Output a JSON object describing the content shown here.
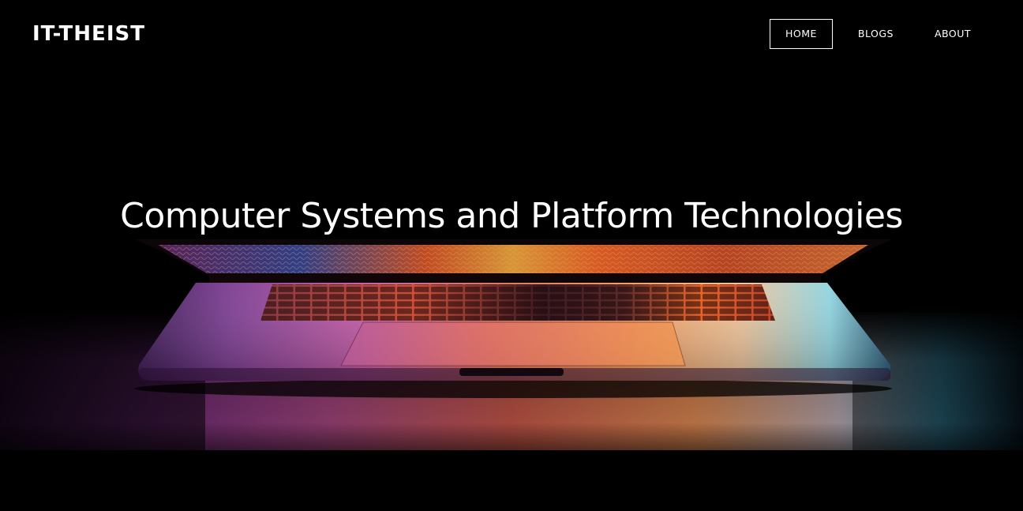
{
  "site": {
    "logo_text": "IT-THEIST"
  },
  "nav": {
    "items": [
      {
        "label": "HOME",
        "active": true
      },
      {
        "label": "BLOGS",
        "active": false
      },
      {
        "label": "ABOUT",
        "active": false
      }
    ]
  },
  "hero": {
    "title": "Computer Systems and Platform Technologies",
    "image_subject": "laptop-half-open-glowing-keyboard"
  },
  "colors": {
    "background": "#000000",
    "text": "#ffffff",
    "glow_orange": "#ff7a2a",
    "glow_magenta": "#c04ad8",
    "glow_cyan": "#29c9e8"
  }
}
